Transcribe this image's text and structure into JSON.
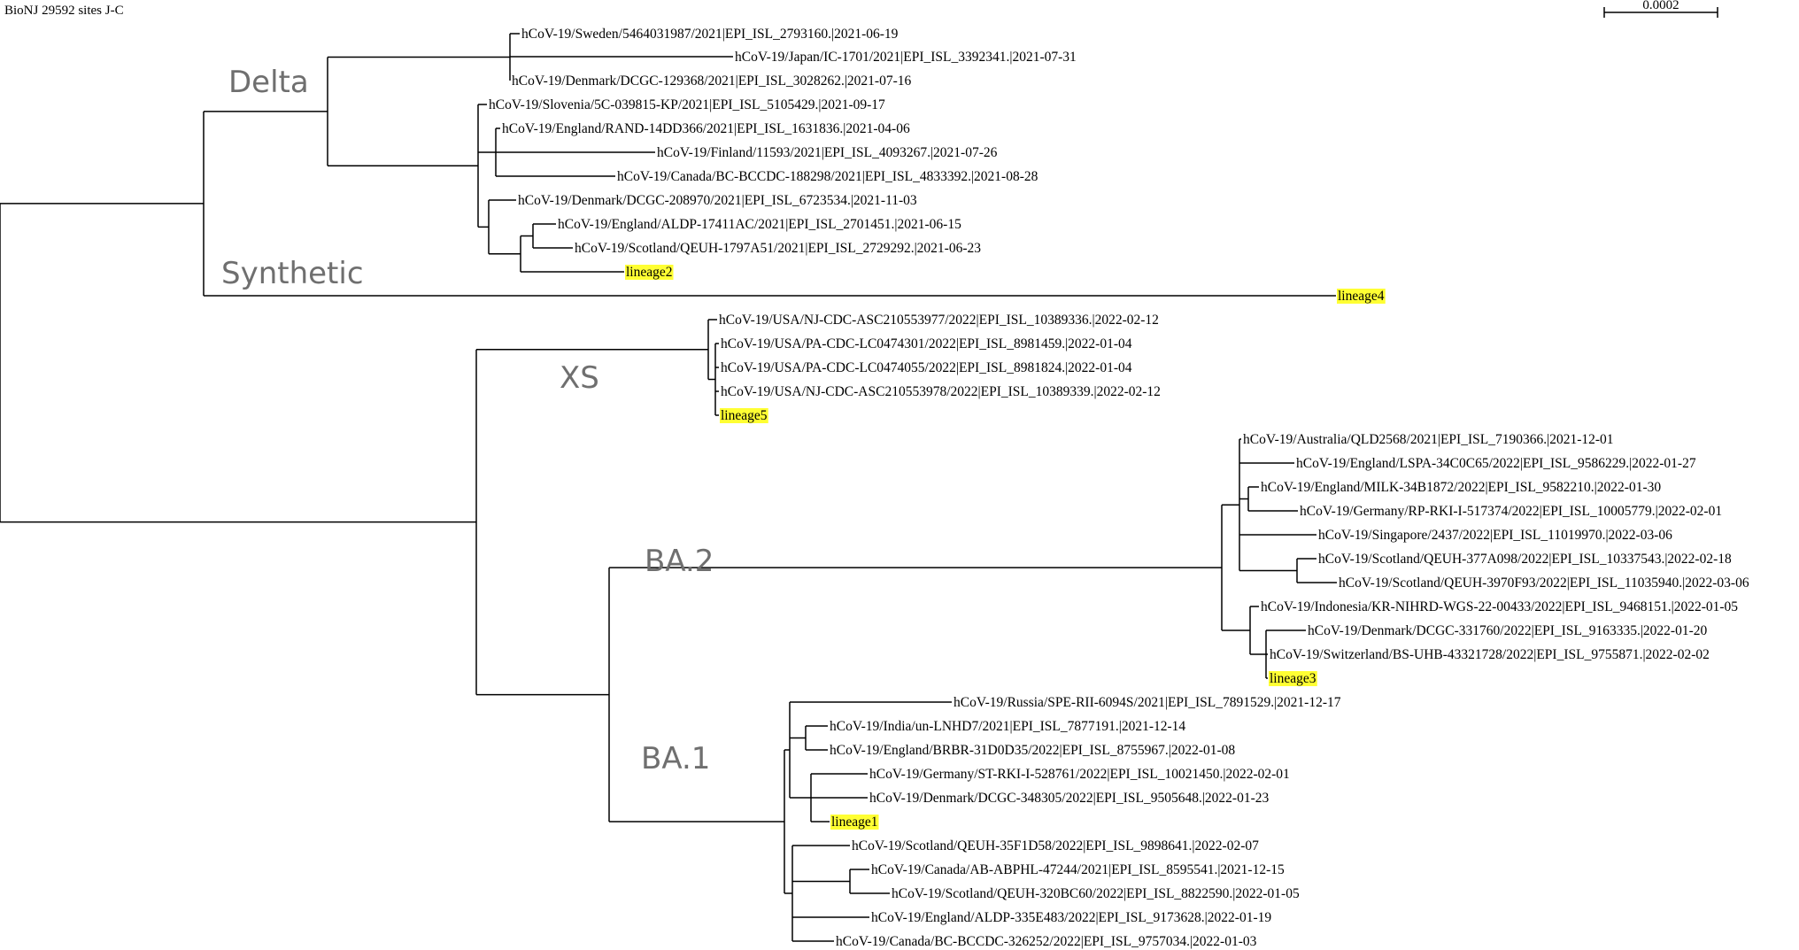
{
  "header": {
    "title": "BioNJ 29592 sites J-C"
  },
  "scale_bar": {
    "label": "0.0002"
  },
  "clades": {
    "delta": "Delta",
    "synthetic": "Synthetic",
    "xs": "XS",
    "ba2": "BA.2",
    "ba1": "BA.1"
  },
  "leaves": [
    "hCoV-19/Sweden/5464031987/2021|EPI_ISL_2793160.|2021-06-19",
    "hCoV-19/Japan/IC-1701/2021|EPI_ISL_3392341.|2021-07-31",
    "hCoV-19/Denmark/DCGC-129368/2021|EPI_ISL_3028262.|2021-07-16",
    "hCoV-19/Slovenia/5C-039815-KP/2021|EPI_ISL_5105429.|2021-09-17",
    "hCoV-19/England/RAND-14DD366/2021|EPI_ISL_1631836.|2021-04-06",
    "hCoV-19/Finland/11593/2021|EPI_ISL_4093267.|2021-07-26",
    "hCoV-19/Canada/BC-BCCDC-188298/2021|EPI_ISL_4833392.|2021-08-28",
    "hCoV-19/Denmark/DCGC-208970/2021|EPI_ISL_6723534.|2021-11-03",
    "hCoV-19/England/ALDP-17411AC/2021|EPI_ISL_2701451.|2021-06-15",
    "hCoV-19/Scotland/QEUH-1797A51/2021|EPI_ISL_2729292.|2021-06-23",
    "lineage2",
    "lineage4",
    "hCoV-19/USA/NJ-CDC-ASC210553977/2022|EPI_ISL_10389336.|2022-02-12",
    "hCoV-19/USA/PA-CDC-LC0474301/2022|EPI_ISL_8981459.|2022-01-04",
    "hCoV-19/USA/PA-CDC-LC0474055/2022|EPI_ISL_8981824.|2022-01-04",
    "hCoV-19/USA/NJ-CDC-ASC210553978/2022|EPI_ISL_10389339.|2022-02-12",
    "lineage5",
    "hCoV-19/Australia/QLD2568/2021|EPI_ISL_7190366.|2021-12-01",
    "hCoV-19/England/LSPA-34C0C65/2022|EPI_ISL_9586229.|2022-01-27",
    "hCoV-19/England/MILK-34B1872/2022|EPI_ISL_9582210.|2022-01-30",
    "hCoV-19/Germany/RP-RKI-I-517374/2022|EPI_ISL_10005779.|2022-02-01",
    "hCoV-19/Singapore/2437/2022|EPI_ISL_11019970.|2022-03-06",
    "hCoV-19/Scotland/QEUH-377A098/2022|EPI_ISL_10337543.|2022-02-18",
    "hCoV-19/Scotland/QEUH-3970F93/2022|EPI_ISL_11035940.|2022-03-06",
    "hCoV-19/Indonesia/KR-NIHRD-WGS-22-00433/2022|EPI_ISL_9468151.|2022-01-05",
    "hCoV-19/Denmark/DCGC-331760/2022|EPI_ISL_9163335.|2022-01-20",
    "hCoV-19/Switzerland/BS-UHB-43321728/2022|EPI_ISL_9755871.|2022-02-02",
    "lineage3",
    "hCoV-19/Russia/SPE-RII-6094S/2021|EPI_ISL_7891529.|2021-12-17",
    "hCoV-19/India/un-LNHD7/2021|EPI_ISL_7877191.|2021-12-14",
    "hCoV-19/England/BRBR-31D0D35/2022|EPI_ISL_8755967.|2022-01-08",
    "hCoV-19/Germany/ST-RKI-I-528761/2022|EPI_ISL_10021450.|2022-02-01",
    "hCoV-19/Denmark/DCGC-348305/2022|EPI_ISL_9505648.|2022-01-23",
    "lineage1",
    "hCoV-19/Scotland/QEUH-35F1D58/2022|EPI_ISL_9898641.|2022-02-07",
    "hCoV-19/Canada/AB-ABPHL-47244/2021|EPI_ISL_8595541.|2021-12-15",
    "hCoV-19/Scotland/QEUH-320BC60/2022|EPI_ISL_8822590.|2022-01-05",
    "hCoV-19/England/ALDP-335E483/2022|EPI_ISL_9173628.|2022-01-19",
    "hCoV-19/Canada/BC-BCCDC-326252/2022|EPI_ISL_9757034.|2022-01-03"
  ],
  "highlight_color": "#ffff33"
}
